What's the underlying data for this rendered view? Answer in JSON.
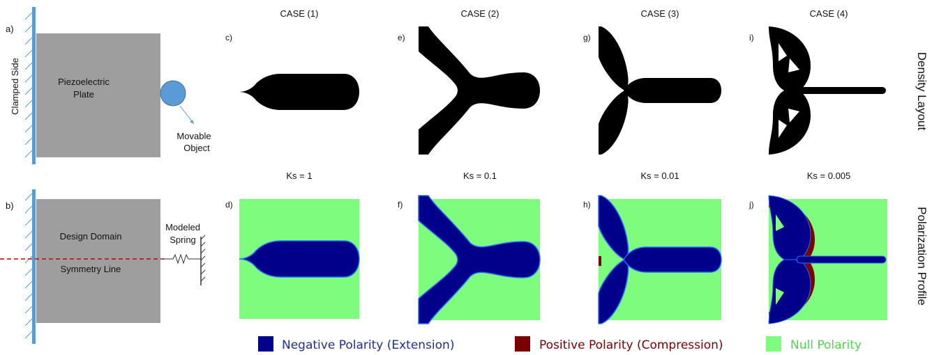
{
  "cases": [
    {
      "title": "CASE (1)",
      "top_label": "c)",
      "bottom_label": "d)",
      "ks": "Ks = 1"
    },
    {
      "title": "CASE (2)",
      "top_label": "e)",
      "bottom_label": "f)",
      "ks": "Ks = 0.1"
    },
    {
      "title": "CASE (3)",
      "top_label": "g)",
      "bottom_label": "h)",
      "ks": "Ks = 0.01"
    },
    {
      "title": "CASE (4)",
      "top_label": "i)",
      "bottom_label": "j)",
      "ks": "Ks = 0.005"
    }
  ],
  "panel_a": {
    "label": "a)",
    "clamped": "Clamped Side",
    "plate_line1": "Piezoelectric",
    "plate_line2": "Plate",
    "object_line1": "Movable",
    "object_line2": "Object"
  },
  "panel_b": {
    "label": "b)",
    "domain": "Design Domain",
    "symmetry": "Symmetry Line",
    "spring_line1": "Modeled",
    "spring_line2": "Spring"
  },
  "row_titles": {
    "top": "Density Layout",
    "bottom": "Polarization Profile"
  },
  "legend": [
    {
      "label": "Negative Polarity (Extension)",
      "color": "#00008b"
    },
    {
      "label": "Positive Polarity (Compression)",
      "color": "#7b0000"
    },
    {
      "label": "Null Polarity",
      "color": "#7dfc7d"
    }
  ],
  "colors": {
    "plate": "#9e9e9e",
    "wall": "#5b9bd5",
    "object": "#5b9bd5",
    "symmetry_line": "#c00000",
    "null": "#7dfc7d",
    "negative": "#00008b",
    "positive": "#7b0000",
    "solid": "#000000"
  }
}
